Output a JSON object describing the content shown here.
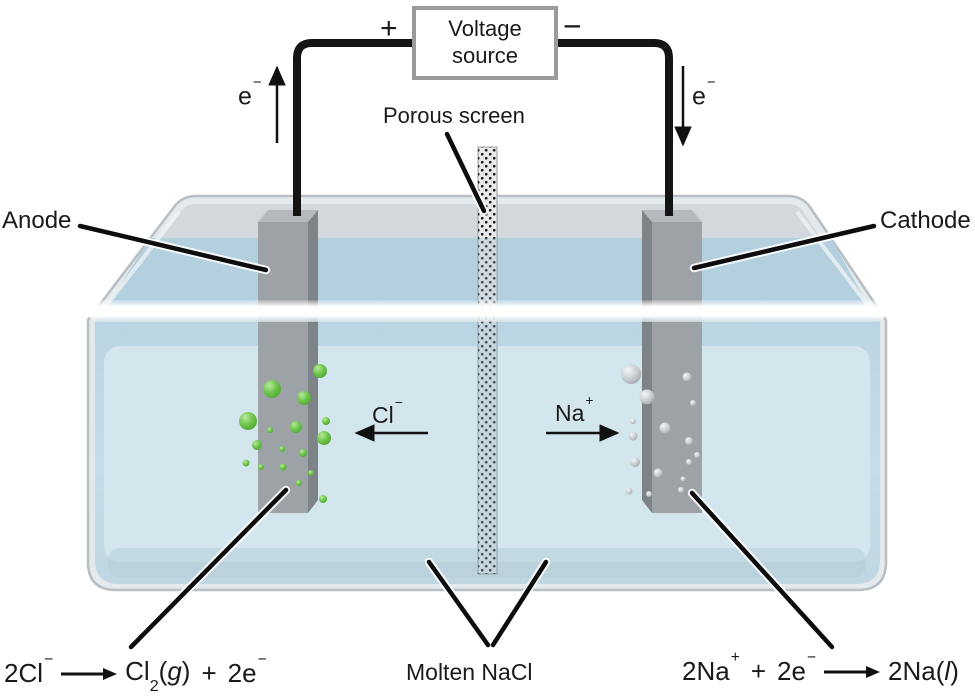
{
  "voltage_source": {
    "line1": "Voltage",
    "line2": "source",
    "plus": "+",
    "minus": "−"
  },
  "electrons": {
    "left": {
      "base": "e",
      "charge": "−"
    },
    "right": {
      "base": "e",
      "charge": "−"
    }
  },
  "labels": {
    "porous_screen": "Porous screen",
    "anode": "Anode",
    "cathode": "Cathode",
    "molten_salt": "Molten NaCl"
  },
  "ions": {
    "chloride": {
      "base": "Cl",
      "charge": "−"
    },
    "sodium": {
      "base": "Na",
      "charge": "+"
    }
  },
  "anode_reaction": {
    "reactant": "2Cl",
    "reactant_charge": "−",
    "product_gas": "Cl",
    "product_gas_sub": "2",
    "paren_open": "(",
    "state_gas": "g",
    "paren_close": ")",
    "plus": "+",
    "electrons": "2e",
    "electrons_charge": "−"
  },
  "cathode_reaction": {
    "reactant_ion": "2Na",
    "reactant_charge": "+",
    "plus": "+",
    "electrons": "2e",
    "electrons_charge": "−",
    "product": "2Na",
    "paren_open": "(",
    "state_liquid": "l",
    "paren_close": ")"
  },
  "colors": {
    "molten_salt_liquid": "#c7dee9",
    "tank_glass": "#e3e8eb",
    "electrode_gray": "#9da2a7",
    "chlorine_bubble_green": "#5fba3d",
    "sodium_bubble_gray": "#c3c8cc",
    "wire_black": "#141414",
    "voltage_box_border": "#9b9b9b"
  }
}
